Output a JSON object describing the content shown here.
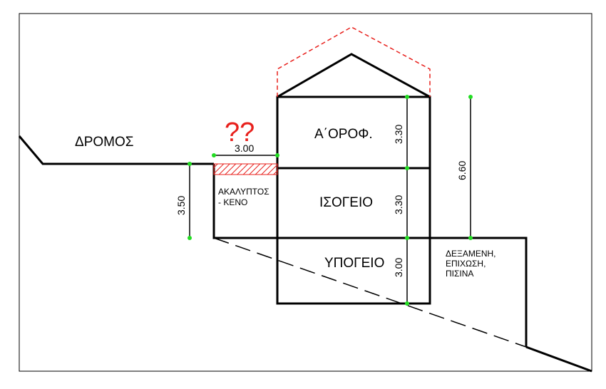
{
  "labels": {
    "road": "ΔΡΟΜΟΣ",
    "question": "??",
    "dim_void_width": "3.00",
    "void_label_line1": "ΑΚΑΛΥΠΤΟΣ",
    "void_label_line2": "- ΚΕΝΟ",
    "dim_road_level": "3.50",
    "first_floor": "Α΄ΟΡΟΦ.",
    "ground_floor": "ΙΣΟΓΕΙΟ",
    "basement": "ΥΠΟΓΕΙΟ",
    "dim_first_floor": "3.30",
    "dim_ground_floor": "3.30",
    "dim_basement": "3.00",
    "dim_total": "6.60",
    "right_label_line1": "ΔΕΞΑΜΕΝΗ,",
    "right_label_line2": "ΕΠΙΧΩΣΗ,",
    "right_label_line3": "ΠΙΣΙΝΑ"
  },
  "colors": {
    "line": "#000000",
    "proposed_roof": "#e8201c",
    "question": "#e8201c",
    "hatch": "#e8201c",
    "dimension_marker": "#22dd22"
  }
}
